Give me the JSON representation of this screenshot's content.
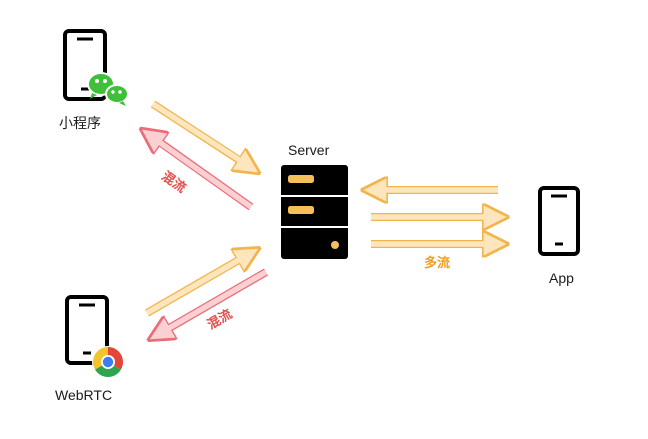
{
  "nodes": {
    "miniprogram": {
      "label": "小程序"
    },
    "webrtc": {
      "label": "WebRTC"
    },
    "server": {
      "label": "Server"
    },
    "app": {
      "label": "App"
    }
  },
  "flows": {
    "mix_top": "混流",
    "mix_bottom": "混流",
    "multi": "多流"
  },
  "colors": {
    "outgoing_fill": "#fde6bd",
    "outgoing_stroke": "#f2b54e",
    "incoming_fill": "#fbd0d3",
    "incoming_stroke": "#ea6e79",
    "mix_text": "#e0524f",
    "multi_text": "#f0a020",
    "server_body": "#000000",
    "server_led": "#f5c05a",
    "wechat_green": "#3fbf3a"
  }
}
